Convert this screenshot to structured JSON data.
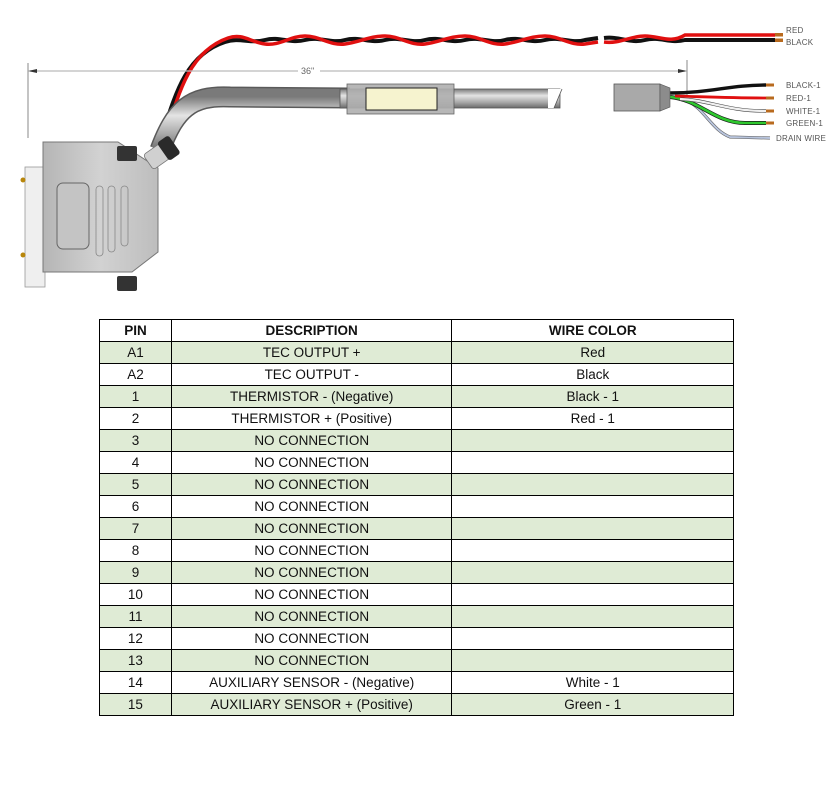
{
  "drawing": {
    "length_dimension": "36\"",
    "power_wire_labels": [
      "RED",
      "BLACK"
    ],
    "signal_wire_labels": [
      "BLACK-1",
      "RED-1",
      "WHITE-1",
      "GREEN-1",
      "DRAIN WIRE"
    ],
    "colors": {
      "red_wire": "#e01010",
      "black_wire": "#111111",
      "white_wire": "#f0f0f0",
      "green_wire": "#2ec82e",
      "drain_wire": "#b8c4dc",
      "cable_gray": "#a9a9a9",
      "label_sleeve": "#f6f3cf",
      "connector_gray": "#c8c8c8"
    }
  },
  "table": {
    "headers": [
      "PIN",
      "DESCRIPTION",
      "WIRE COLOR"
    ],
    "row_shade_color": "#dfebd5",
    "rows": [
      {
        "pin": "A1",
        "description": "TEC OUTPUT +",
        "wire_color": "Red"
      },
      {
        "pin": "A2",
        "description": "TEC OUTPUT -",
        "wire_color": "Black"
      },
      {
        "pin": "1",
        "description": "THERMISTOR - (Negative)",
        "wire_color": "Black - 1"
      },
      {
        "pin": "2",
        "description": "THERMISTOR + (Positive)",
        "wire_color": "Red - 1"
      },
      {
        "pin": "3",
        "description": "NO CONNECTION",
        "wire_color": ""
      },
      {
        "pin": "4",
        "description": "NO CONNECTION",
        "wire_color": ""
      },
      {
        "pin": "5",
        "description": "NO CONNECTION",
        "wire_color": ""
      },
      {
        "pin": "6",
        "description": "NO CONNECTION",
        "wire_color": ""
      },
      {
        "pin": "7",
        "description": "NO CONNECTION",
        "wire_color": ""
      },
      {
        "pin": "8",
        "description": "NO CONNECTION",
        "wire_color": ""
      },
      {
        "pin": "9",
        "description": "NO CONNECTION",
        "wire_color": ""
      },
      {
        "pin": "10",
        "description": "NO CONNECTION",
        "wire_color": ""
      },
      {
        "pin": "11",
        "description": "NO CONNECTION",
        "wire_color": ""
      },
      {
        "pin": "12",
        "description": "NO CONNECTION",
        "wire_color": ""
      },
      {
        "pin": "13",
        "description": "NO CONNECTION",
        "wire_color": ""
      },
      {
        "pin": "14",
        "description": "AUXILIARY SENSOR - (Negative)",
        "wire_color": "White - 1"
      },
      {
        "pin": "15",
        "description": "AUXILIARY SENSOR + (Positive)",
        "wire_color": "Green - 1"
      }
    ]
  }
}
